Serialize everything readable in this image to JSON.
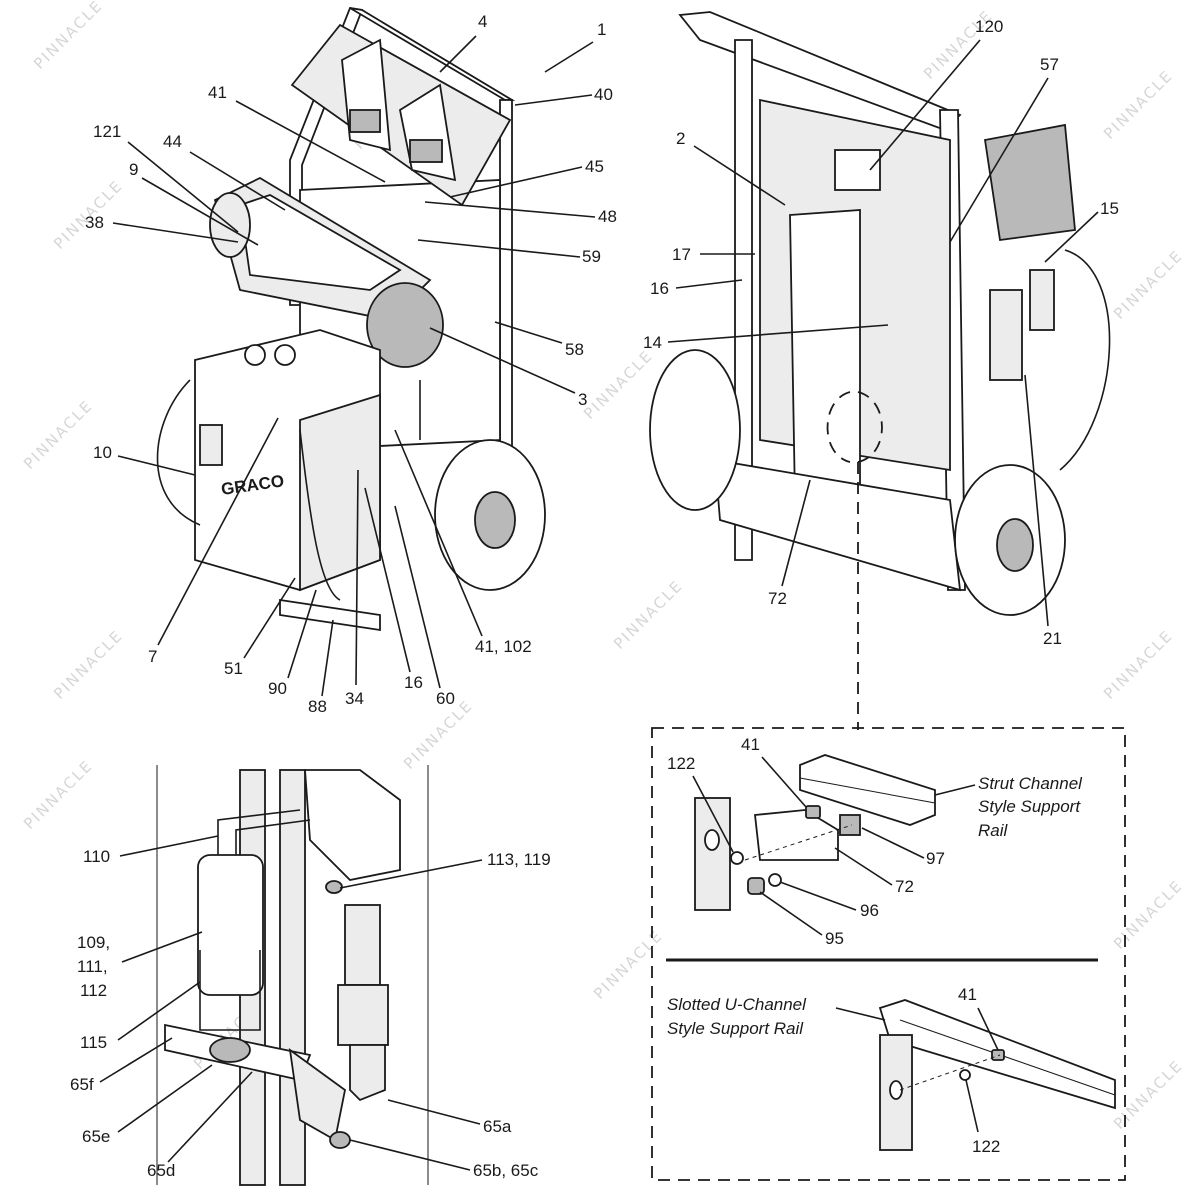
{
  "brand_text": "GRACO",
  "watermark_text": "PINNACLE",
  "panels": {
    "front_view": {
      "callouts": [
        {
          "id": "c1",
          "text": "1"
        },
        {
          "id": "c4",
          "text": "4"
        },
        {
          "id": "c40",
          "text": "40"
        },
        {
          "id": "c41a",
          "text": "41"
        },
        {
          "id": "c45",
          "text": "45"
        },
        {
          "id": "c121",
          "text": "121"
        },
        {
          "id": "c44",
          "text": "44"
        },
        {
          "id": "c9",
          "text": "9"
        },
        {
          "id": "c48",
          "text": "48"
        },
        {
          "id": "c38",
          "text": "38"
        },
        {
          "id": "c59",
          "text": "59"
        },
        {
          "id": "c58",
          "text": "58"
        },
        {
          "id": "c3",
          "text": "3"
        },
        {
          "id": "c10",
          "text": "10"
        },
        {
          "id": "c7",
          "text": "7"
        },
        {
          "id": "c51",
          "text": "51"
        },
        {
          "id": "c90",
          "text": "90"
        },
        {
          "id": "c88",
          "text": "88"
        },
        {
          "id": "c34",
          "text": "34"
        },
        {
          "id": "c16a",
          "text": "16"
        },
        {
          "id": "c60",
          "text": "60"
        },
        {
          "id": "c41_102",
          "text": "41, 102"
        }
      ]
    },
    "rear_view": {
      "callouts": [
        {
          "id": "c120",
          "text": "120"
        },
        {
          "id": "c57",
          "text": "57"
        },
        {
          "id": "c2",
          "text": "2"
        },
        {
          "id": "c15",
          "text": "15"
        },
        {
          "id": "c17",
          "text": "17"
        },
        {
          "id": "c16b",
          "text": "16"
        },
        {
          "id": "c14",
          "text": "14"
        },
        {
          "id": "c72a",
          "text": "72"
        },
        {
          "id": "c21",
          "text": "21"
        }
      ]
    },
    "filter_detail": {
      "callouts": [
        {
          "id": "c110",
          "text": "110"
        },
        {
          "id": "c113_119",
          "text": "113, 119"
        },
        {
          "id": "c109",
          "text": "109,"
        },
        {
          "id": "c111",
          "text": "111,"
        },
        {
          "id": "c112",
          "text": "112"
        },
        {
          "id": "c115",
          "text": "115"
        },
        {
          "id": "c65f",
          "text": "65f"
        },
        {
          "id": "c65e",
          "text": "65e"
        },
        {
          "id": "c65d",
          "text": "65d"
        },
        {
          "id": "c65a",
          "text": "65a"
        },
        {
          "id": "c65b_65c",
          "text": "65b, 65c"
        }
      ]
    },
    "rail_detail": {
      "strut_title": [
        "Strut Channel",
        "Style Support",
        "Rail"
      ],
      "slotted_title": [
        "Slotted U-Channel",
        "Style Support Rail"
      ],
      "callouts": [
        {
          "id": "c122a",
          "text": "122"
        },
        {
          "id": "c41b",
          "text": "41"
        },
        {
          "id": "c97",
          "text": "97"
        },
        {
          "id": "c72b",
          "text": "72"
        },
        {
          "id": "c96",
          "text": "96"
        },
        {
          "id": "c95",
          "text": "95"
        },
        {
          "id": "c41c",
          "text": "41"
        },
        {
          "id": "c122b",
          "text": "122"
        }
      ]
    }
  }
}
